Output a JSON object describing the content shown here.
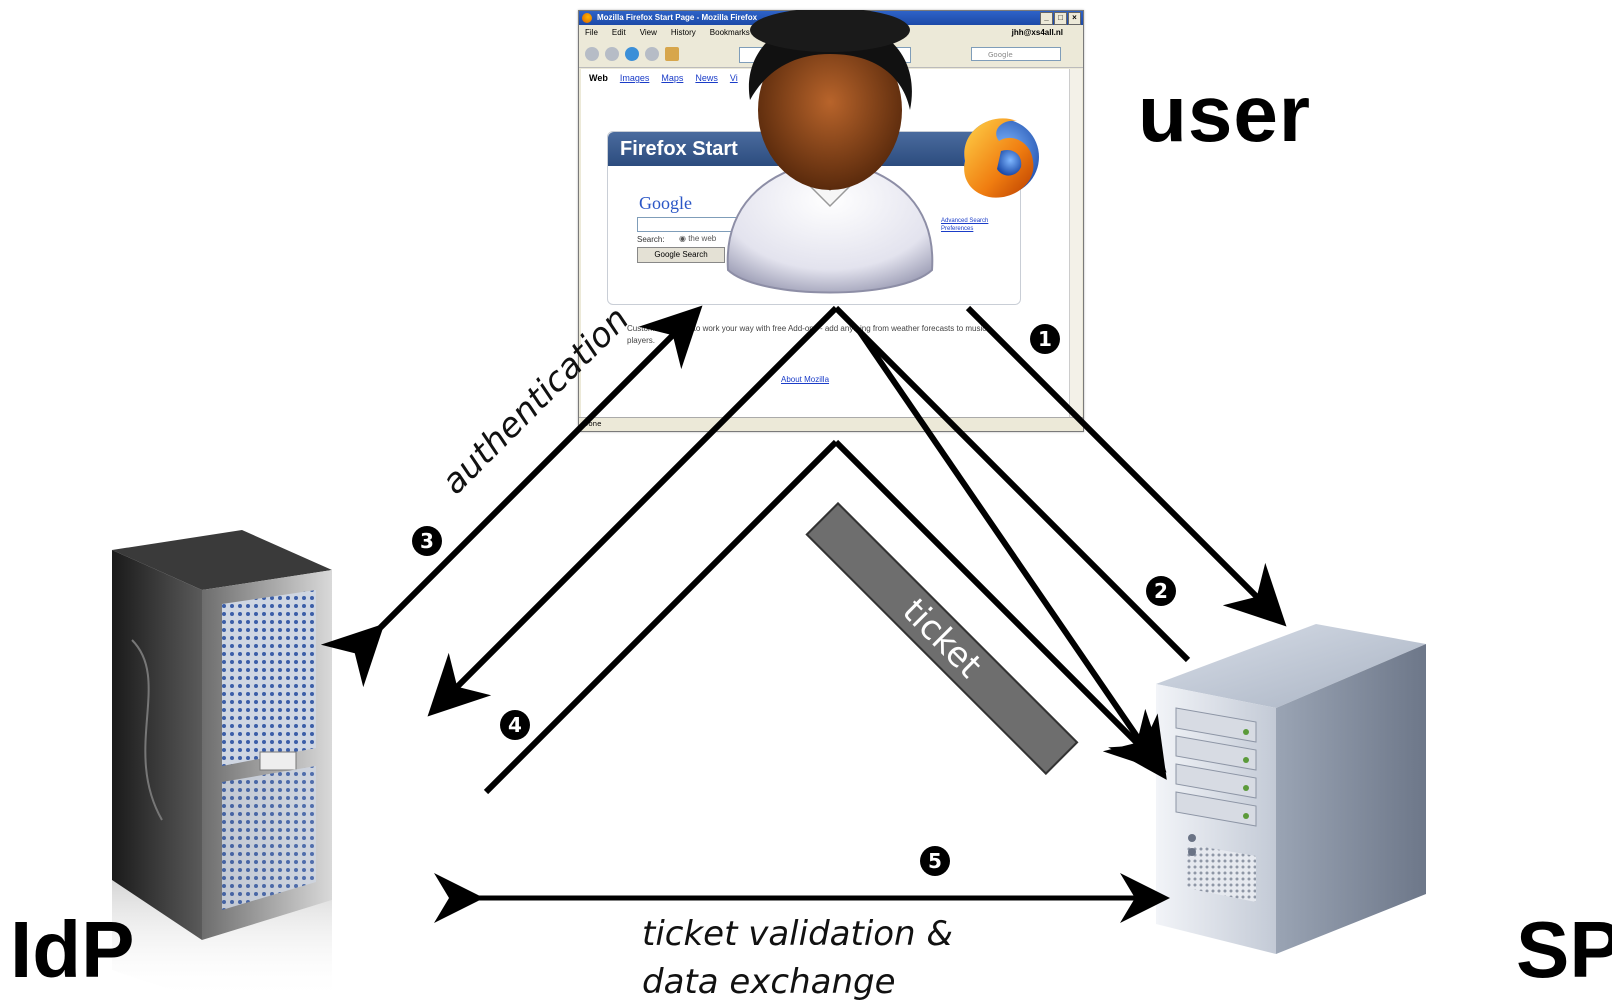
{
  "labels": {
    "user": "user",
    "idp": "IdP",
    "sp": "SP"
  },
  "browser": {
    "title": "Mozilla Firefox Start Page - Mozilla Firefox",
    "menu": [
      "File",
      "Edit",
      "View",
      "History",
      "Bookmarks"
    ],
    "account": "jhh@xs4all.nl",
    "search_placeholder": "Google",
    "tabs": [
      "Web",
      "Images",
      "Maps",
      "News",
      "Vi"
    ],
    "start_banner": "Firefox Start",
    "google_logo": "Google",
    "search_label": "Search:",
    "search_option": "the web",
    "search_button": "Google Search",
    "advanced_search": "Advanced Search",
    "preferences": "Preferences",
    "customize_text": "Customize Firefox to work your way with free Add-ons - add anything from weather forecasts to music players.",
    "about_link": "About Mozilla",
    "status": "Done"
  },
  "flows": {
    "authentication": "authentication",
    "ticket": "ticket",
    "validation_line1": "ticket validation &",
    "validation_line2": "data exchange"
  },
  "steps": [
    "1",
    "2",
    "3",
    "4",
    "5"
  ],
  "icons": {
    "user": "person-icon",
    "idp": "tower-server-icon",
    "sp": "server-icon",
    "firefox": "firefox-logo-icon"
  }
}
